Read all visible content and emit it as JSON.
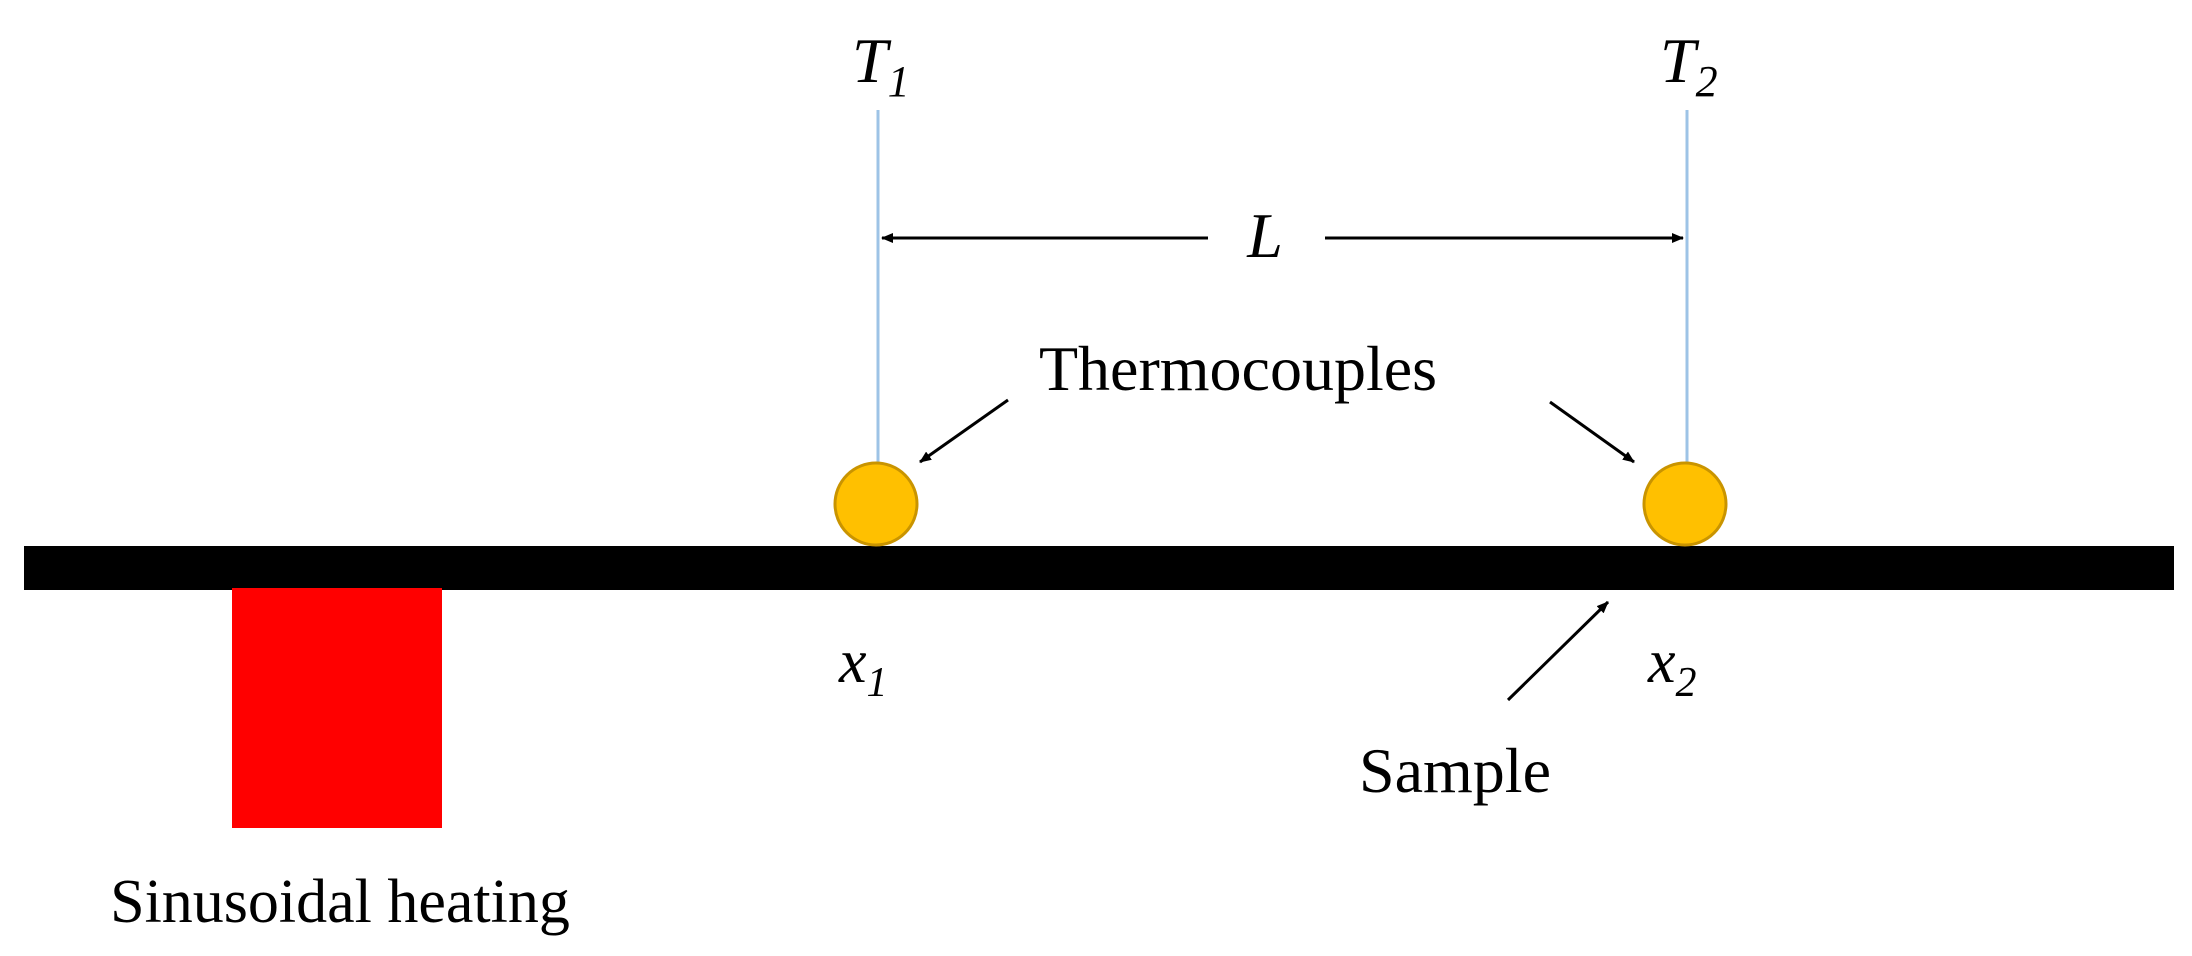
{
  "labels": {
    "t1_main": "T",
    "t1_sub": "1",
    "t2_main": "T",
    "t2_sub": "2",
    "length": "L",
    "thermocouples": "Thermocouples",
    "x1_main": "x",
    "x1_sub": "1",
    "x2_main": "x",
    "x2_sub": "2",
    "sample": "Sample",
    "heating": "Sinusoidal heating"
  },
  "colors": {
    "sample_bar": "#000000",
    "heater": "#ff0000",
    "thermocouple_fill": "#ffc000",
    "thermocouple_stroke": "#c99400",
    "wire": "#9dc3e6",
    "arrow": "#000000"
  }
}
